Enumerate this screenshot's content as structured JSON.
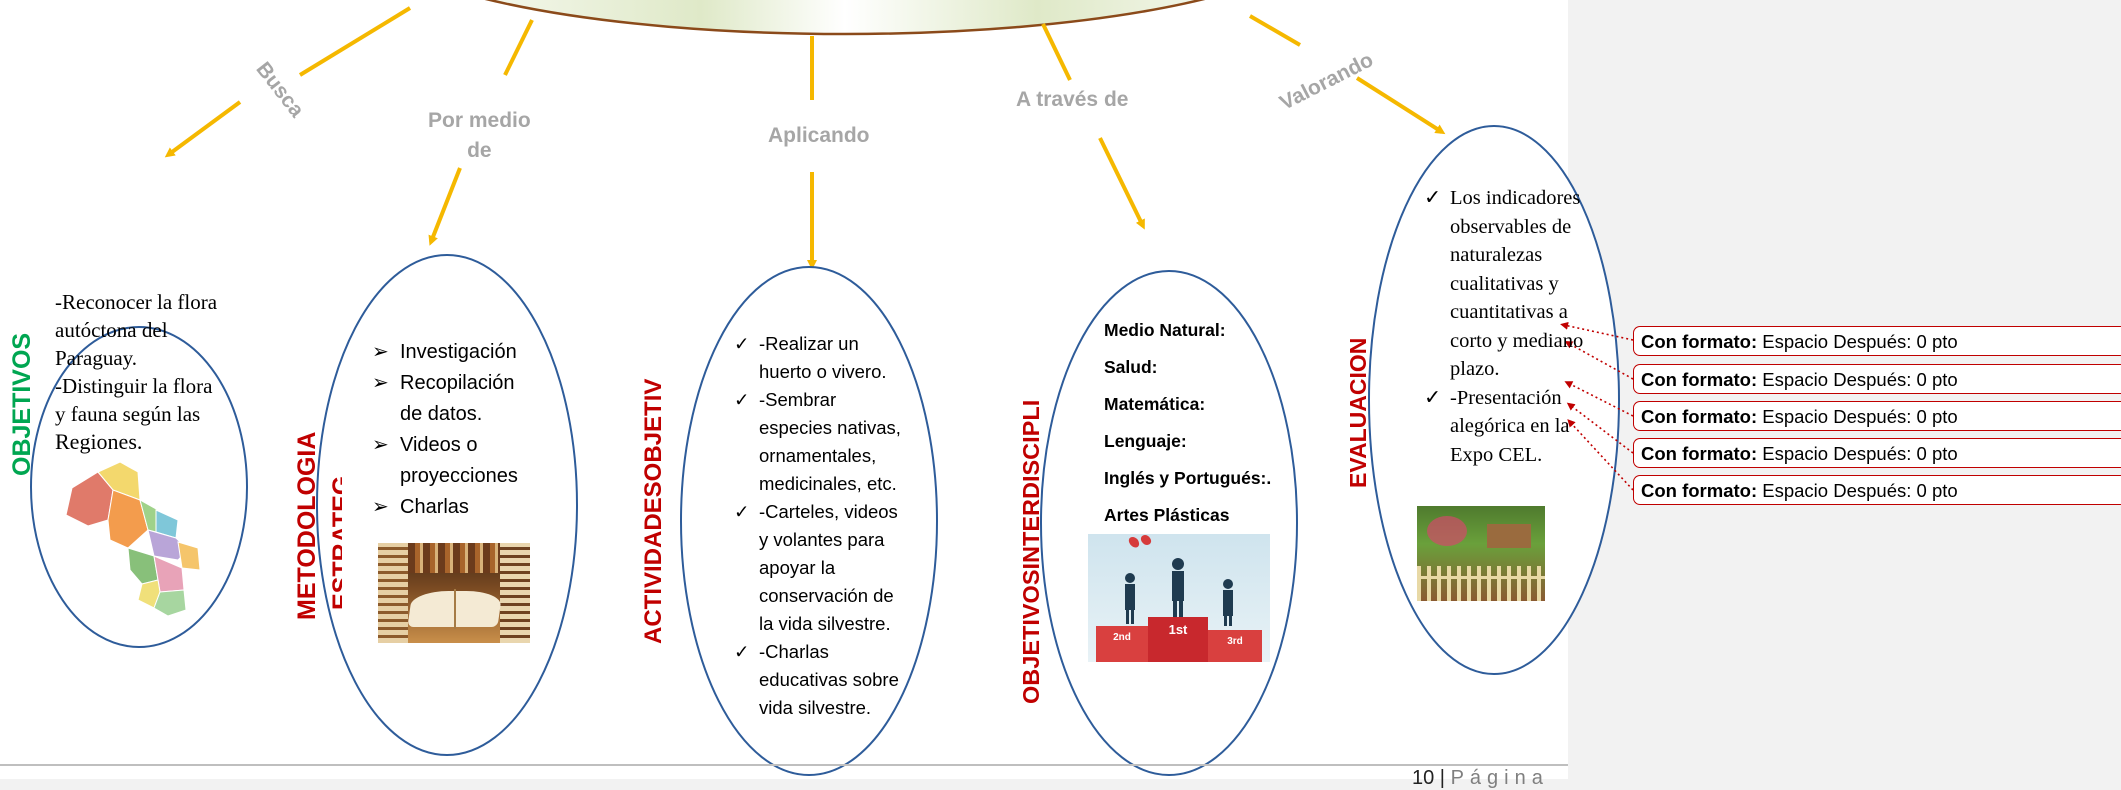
{
  "connectors": {
    "busca": "Busca",
    "por_medio_1": "Por medio",
    "por_medio_2": "de",
    "aplicando": "Aplicando",
    "a_traves": "A través de",
    "valorando": "Valorando"
  },
  "labels": {
    "objetivos": "OBJETIVOS",
    "metodologia": "METODOLOGIA",
    "metodologia_overflow": "ESTRATEG",
    "actividades": "ACTIVIDADESOBJETIV",
    "interdisciplinarios": "OBJETIVOSINTERDISCIPLI",
    "evaluacion": "EVALUACION"
  },
  "objetivos_text": {
    "line1": "-Reconocer la flora",
    "line2": "autóctona del",
    "line3": "Paraguay.",
    "line4": "-Distinguir la flora",
    "line5": "y fauna según las",
    "line6": "Regiones."
  },
  "metodologia_items": [
    "Investigación",
    "Recopilación de datos.",
    "Videos o proyecciones",
    "Charlas"
  ],
  "actividades_items": [
    "-Realizar un huerto o vivero.",
    "-Sembrar especies nativas, ornamentales, medicinales, etc.",
    "-Carteles, videos y volantes para apoyar la conservación de la vida silvestre.",
    "-Charlas educativas sobre vida silvestre."
  ],
  "subjects": [
    "Medio Natural:",
    "Salud:",
    "Matemática:",
    "Lenguaje:",
    "Inglés y Portugués:.",
    "Artes Plásticas"
  ],
  "evaluacion_items": [
    "Los indicadores observables de naturalezas cualitativas y cuantitativas a corto y mediano plazo.",
    "-Presentación alegórica en la Expo CEL."
  ],
  "comments": [
    {
      "label": "Con formato:",
      "text": "Espacio Después:  0 pto"
    },
    {
      "label": "Con formato:",
      "text": "Espacio Después:  0 pto"
    },
    {
      "label": "Con formato:",
      "text": "Espacio Después:  0 pto"
    },
    {
      "label": "Con formato:",
      "text": "Espacio Después:  0 pto"
    },
    {
      "label": "Con formato:",
      "text": "Espacio Después:  0 pto"
    }
  ],
  "podium": {
    "first": "1st",
    "second": "2nd",
    "third": "3rd"
  },
  "footer": {
    "page_number": "10 |",
    "page_word": "Página"
  },
  "colors": {
    "arrow": "#f5b800",
    "ellipse_stroke": "#2e5c9a",
    "objetivos_label": "#00a651",
    "section_label": "#c00000",
    "connector_text": "#a6a6a6",
    "comment_border": "#c00000"
  }
}
